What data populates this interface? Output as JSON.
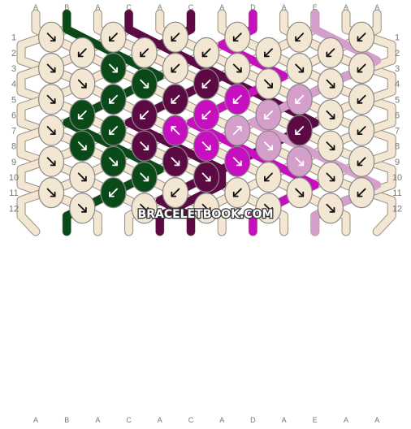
{
  "watermark": "BRACELETBOOK.COM",
  "strands": {
    "top_labels": [
      "A",
      "B",
      "A",
      "C",
      "A",
      "C",
      "A",
      "D",
      "A",
      "E",
      "A",
      "A"
    ],
    "bottom_labels": [
      "A",
      "B",
      "A",
      "C",
      "A",
      "C",
      "A",
      "D",
      "A",
      "E",
      "A",
      "A"
    ]
  },
  "row_labels": [
    "1",
    "2",
    "3",
    "4",
    "5",
    "6",
    "7",
    "8",
    "9",
    "10",
    "11",
    "12"
  ],
  "colors": {
    "A": "#f3e6d2",
    "B": "#0a4a18",
    "C": "#5c0a44",
    "D": "#c80fc0",
    "E": "#d59fcc",
    "outline": "#888888",
    "label": "#777777"
  },
  "knots": [
    [
      {
        "c": "A",
        "d": "fr"
      },
      {
        "c": "A",
        "d": "fl"
      },
      {
        "c": "A",
        "d": "fl"
      },
      {
        "c": "A",
        "d": "fl"
      },
      {
        "c": "A",
        "d": "fl"
      },
      {
        "c": "A",
        "d": "fl"
      }
    ],
    [
      {
        "c": "A",
        "d": "fl"
      },
      {
        "c": "A",
        "d": "fl"
      },
      {
        "c": "A",
        "d": "fl"
      },
      {
        "c": "A",
        "d": "fl"
      },
      {
        "c": "A",
        "d": "fl"
      }
    ],
    [
      {
        "c": "A",
        "d": "fr"
      },
      {
        "c": "B",
        "d": "fr"
      },
      {
        "c": "A",
        "d": "fl"
      },
      {
        "c": "A",
        "d": "fr"
      },
      {
        "c": "A",
        "d": "fr"
      },
      {
        "c": "A",
        "d": "fl"
      }
    ],
    [
      {
        "c": "A",
        "d": "fr"
      },
      {
        "c": "B",
        "d": "fr"
      },
      {
        "c": "C",
        "d": "fl"
      },
      {
        "c": "A",
        "d": "fr"
      },
      {
        "c": "A",
        "d": "fr"
      }
    ],
    [
      {
        "c": "A",
        "d": "fr"
      },
      {
        "c": "B",
        "d": "fl"
      },
      {
        "c": "C",
        "d": "fl"
      },
      {
        "c": "D",
        "d": "fl"
      },
      {
        "c": "E",
        "d": "fl"
      },
      {
        "c": "A",
        "d": "fl"
      }
    ],
    [
      {
        "c": "B",
        "d": "fl"
      },
      {
        "c": "C",
        "d": "fl"
      },
      {
        "c": "D",
        "d": "fl"
      },
      {
        "c": "E",
        "d": "fl"
      },
      {
        "c": "A",
        "d": "fr"
      }
    ],
    [
      {
        "c": "A",
        "d": "fr"
      },
      {
        "c": "B",
        "d": "fl"
      },
      {
        "c": "D",
        "d": "bl"
      },
      {
        "c": "E",
        "d": "br"
      },
      {
        "c": "C",
        "d": "fl"
      },
      {
        "c": "A",
        "d": "fl"
      }
    ],
    [
      {
        "c": "B",
        "d": "fr"
      },
      {
        "c": "C",
        "d": "fr"
      },
      {
        "c": "D",
        "d": "fr"
      },
      {
        "c": "E",
        "d": "fr"
      },
      {
        "c": "A",
        "d": "fr"
      }
    ],
    [
      {
        "c": "A",
        "d": "fr"
      },
      {
        "c": "B",
        "d": "fr"
      },
      {
        "c": "C",
        "d": "fr"
      },
      {
        "c": "D",
        "d": "fr"
      },
      {
        "c": "E",
        "d": "fr"
      },
      {
        "c": "A",
        "d": "fl"
      }
    ],
    [
      {
        "c": "A",
        "d": "fr"
      },
      {
        "c": "B",
        "d": "fr"
      },
      {
        "c": "C",
        "d": "fr"
      },
      {
        "c": "A",
        "d": "fl"
      },
      {
        "c": "A",
        "d": "fr"
      }
    ],
    [
      {
        "c": "A",
        "d": "fr"
      },
      {
        "c": "B",
        "d": "fl"
      },
      {
        "c": "A",
        "d": "fl"
      },
      {
        "c": "A",
        "d": "fl"
      },
      {
        "c": "A",
        "d": "fr"
      },
      {
        "c": "A",
        "d": "fl"
      }
    ],
    [
      {
        "c": "A",
        "d": "fr"
      },
      {
        "c": "A",
        "d": "fr"
      },
      {
        "c": "A",
        "d": "fr"
      },
      {
        "c": "A",
        "d": "fr"
      },
      {
        "c": "A",
        "d": "fr"
      }
    ]
  ],
  "threads": [
    {
      "c": "B",
      "path": [
        [
          1,
          0
        ],
        [
          1,
          1
        ],
        [
          2,
          2
        ],
        [
          3,
          3
        ],
        [
          4,
          4
        ],
        [
          3,
          5
        ],
        [
          2,
          6
        ],
        [
          1,
          7
        ],
        [
          2,
          8
        ],
        [
          3,
          9
        ],
        [
          4,
          10
        ],
        [
          3,
          11
        ],
        [
          2,
          12
        ],
        [
          1,
          13
        ],
        [
          1,
          14
        ]
      ]
    },
    {
      "c": "C",
      "path": [
        [
          3,
          0
        ],
        [
          3,
          1
        ],
        [
          4,
          2
        ],
        [
          5,
          3
        ],
        [
          6,
          4
        ],
        [
          5,
          5
        ],
        [
          4,
          6
        ],
        [
          3,
          7
        ],
        [
          4,
          8
        ],
        [
          5,
          9
        ],
        [
          6,
          10
        ],
        [
          6,
          11
        ],
        [
          5,
          12
        ],
        [
          4,
          13
        ],
        [
          4,
          14
        ]
      ]
    },
    {
      "c": "C",
      "path": [
        [
          5,
          0
        ],
        [
          5,
          1
        ],
        [
          4,
          2
        ],
        [
          5,
          3
        ],
        [
          6,
          4
        ],
        [
          7,
          5
        ],
        [
          8,
          6
        ],
        [
          9,
          7
        ],
        [
          8,
          8
        ],
        [
          7,
          9
        ],
        [
          6,
          10
        ],
        [
          5,
          11
        ],
        [
          4,
          12
        ],
        [
          5,
          13
        ],
        [
          5,
          14
        ]
      ]
    },
    {
      "c": "D",
      "path": [
        [
          7,
          0
        ],
        [
          7,
          1
        ],
        [
          6,
          2
        ],
        [
          7,
          3
        ],
        [
          8,
          4
        ],
        [
          7,
          5
        ],
        [
          6,
          6
        ],
        [
          5,
          7
        ],
        [
          6,
          8
        ],
        [
          7,
          9
        ],
        [
          8,
          10
        ],
        [
          9,
          11
        ],
        [
          8,
          12
        ],
        [
          7,
          13
        ],
        [
          7,
          14
        ]
      ]
    },
    {
      "c": "E",
      "path": [
        [
          9,
          0
        ],
        [
          9,
          1
        ],
        [
          10,
          2
        ],
        [
          11,
          3
        ],
        [
          10,
          4
        ],
        [
          9,
          5
        ],
        [
          8,
          6
        ],
        [
          7,
          7
        ],
        [
          8,
          8
        ],
        [
          9,
          9
        ],
        [
          10,
          10
        ],
        [
          11,
          11
        ],
        [
          10,
          12
        ],
        [
          9,
          13
        ],
        [
          9,
          14
        ]
      ]
    }
  ]
}
